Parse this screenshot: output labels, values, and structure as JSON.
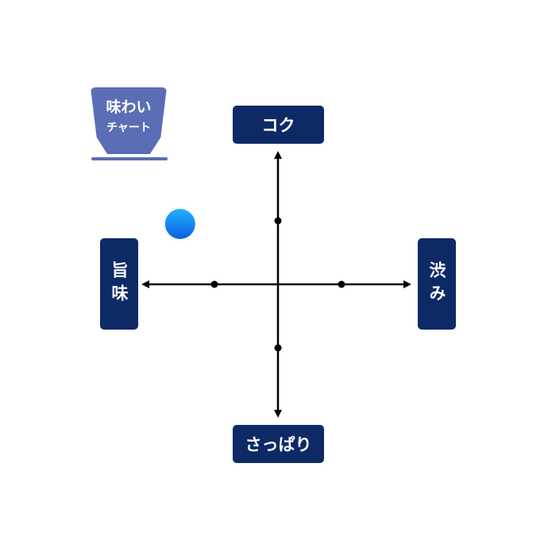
{
  "logo": {
    "line1": "味わい",
    "line2": "チャート"
  },
  "axes": {
    "top": "コク",
    "bottom": "さっぱり",
    "left": "旨味",
    "right": "渋み"
  },
  "colors": {
    "label_bg": "#0d2a66",
    "logo": "#5b6db5",
    "point": "#1a8af0"
  },
  "chart_data": {
    "type": "scatter",
    "x_axis": {
      "negative": "旨味",
      "positive": "渋み",
      "range": [
        -2.15,
        2.1
      ],
      "ticks": [
        -1,
        1
      ]
    },
    "y_axis": {
      "negative": "さっぱり",
      "positive": "コク",
      "range": [
        -2.1,
        2.1
      ],
      "ticks": [
        -1,
        1
      ]
    },
    "points": [
      {
        "x": -1.54,
        "y": 0.95
      }
    ]
  }
}
